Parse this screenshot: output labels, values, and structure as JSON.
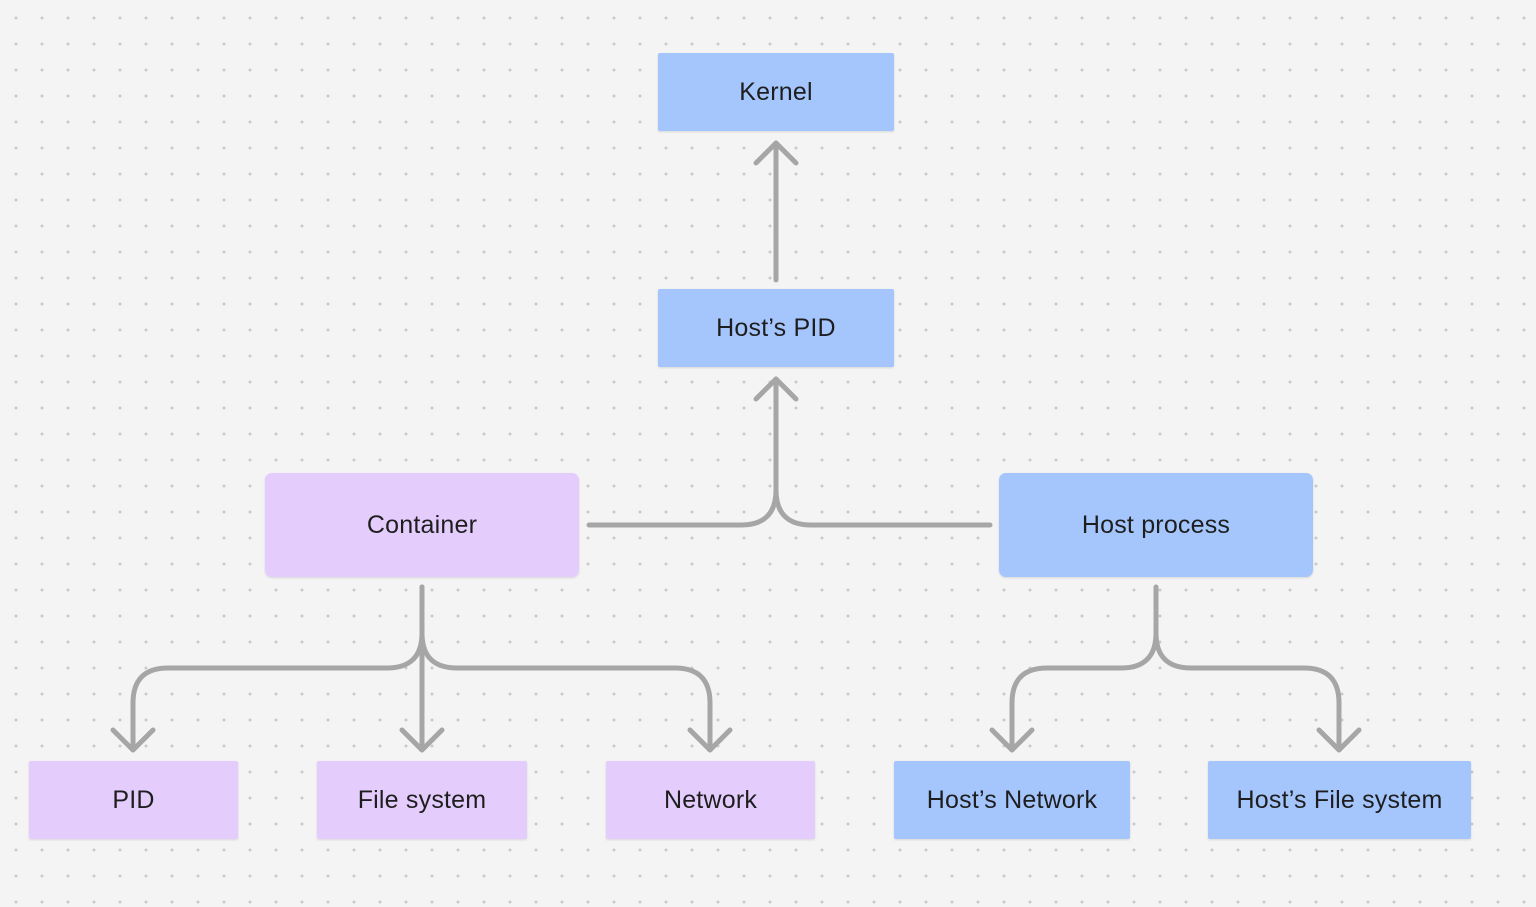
{
  "diagram": {
    "colors": {
      "background": "#f4f4f4",
      "dot": "#c9c9c9",
      "host_node": "#a5c6fd",
      "container_node": "#e4cdfd",
      "connector": "#a6a6a6",
      "text": "#1e1e1e"
    },
    "nodes": {
      "kernel": "Kernel",
      "hosts_pid": "Host’s PID",
      "container": "Container",
      "host_process": "Host process",
      "pid": "PID",
      "file_system": "File system",
      "network": "Network",
      "hosts_network": "Host’s Network",
      "hosts_file_system": "Host’s File system"
    },
    "edges": [
      {
        "from": "hosts_pid",
        "to": "kernel"
      },
      {
        "from": "container",
        "to": "hosts_pid"
      },
      {
        "from": "host_process",
        "to": "hosts_pid"
      },
      {
        "from": "container",
        "to": "pid"
      },
      {
        "from": "container",
        "to": "file_system"
      },
      {
        "from": "container",
        "to": "network"
      },
      {
        "from": "host_process",
        "to": "hosts_network"
      },
      {
        "from": "host_process",
        "to": "hosts_file_system"
      }
    ]
  }
}
